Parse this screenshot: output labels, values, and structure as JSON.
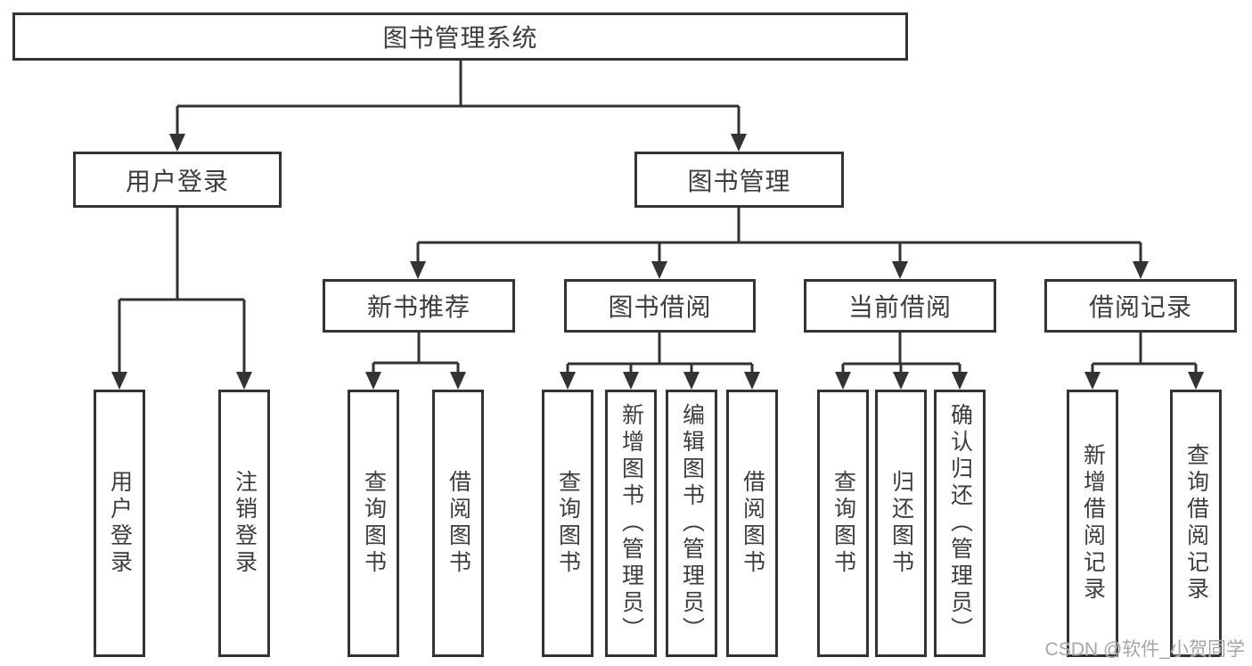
{
  "watermark": "CSDN @软件_小贺同学",
  "colors": {
    "line": "#333333",
    "text": "#3d3d3d",
    "watermark_gray": "#a6a6a6",
    "background": "#ffffff"
  },
  "tree": {
    "root": {
      "label": "图书管理系统"
    },
    "level2": [
      {
        "label": "用户登录"
      },
      {
        "label": "图书管理"
      }
    ],
    "level3": [
      {
        "label": "新书推荐"
      },
      {
        "label": "图书借阅"
      },
      {
        "label": "当前借阅"
      },
      {
        "label": "借阅记录"
      }
    ],
    "leaves": {
      "user_login": [
        "用户登录",
        "注销登录"
      ],
      "new_book_recommend": [
        "查询图书",
        "借阅图书"
      ],
      "book_borrow": [
        "查询图书",
        "新增图书（管理员）",
        "编辑图书（管理员）",
        "借阅图书"
      ],
      "current_borrow": [
        "查询图书",
        "归还图书",
        "确认归还（管理员）"
      ],
      "borrow_record": [
        "新增借阅记录",
        "查询借阅记录"
      ]
    }
  }
}
